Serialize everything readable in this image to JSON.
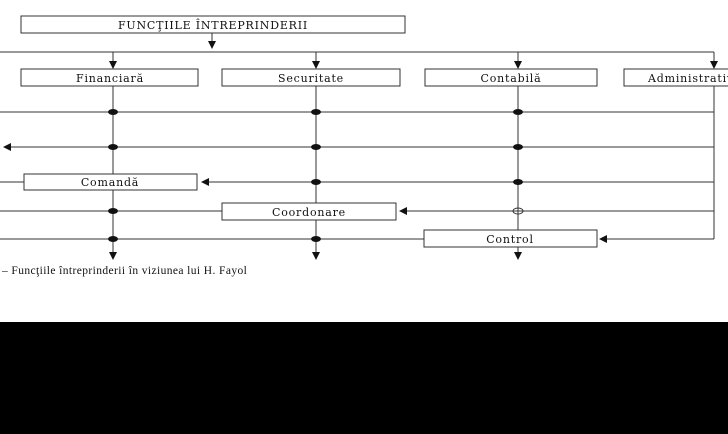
{
  "diagram": {
    "title": "FUNCŢIILE ÎNTREPRINDERII",
    "boxes": {
      "financiara": "Financiară",
      "securitate": "Securitate",
      "contabila": "Contabilă",
      "administrativa": "Administrativă",
      "comanda": "Comandă",
      "coordonare": "Coordonare",
      "control": "Control"
    },
    "caption": "– Funcţiile întreprinderii în viziunea lui H. Fayol"
  },
  "colors": {
    "line": "#333333",
    "background": "#ffffff",
    "frame": "#000000"
  }
}
